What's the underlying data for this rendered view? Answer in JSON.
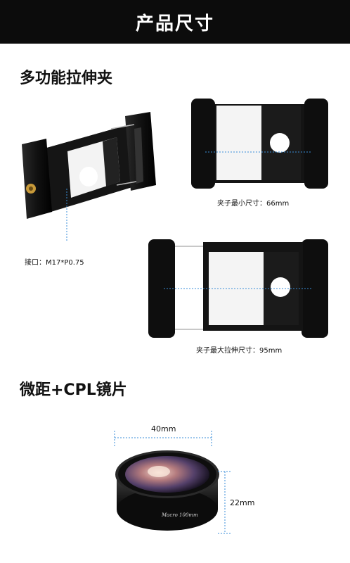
{
  "header": {
    "title": "产品尺寸"
  },
  "section1": {
    "title": "多功能拉伸夹",
    "interface_label": "接口：M17*P0.75",
    "min_size_label": "夹子最小尺寸：66mm",
    "max_size_label": "夹子最大拉伸尺寸：95mm"
  },
  "section2": {
    "title": "微距+CPL镜片",
    "width_label": "40mm",
    "height_label": "22mm",
    "lens_engraving": "Macro 100mm"
  },
  "colors": {
    "header_bg": "#0c0c0c",
    "dimension_line": "#3a8ed8"
  }
}
